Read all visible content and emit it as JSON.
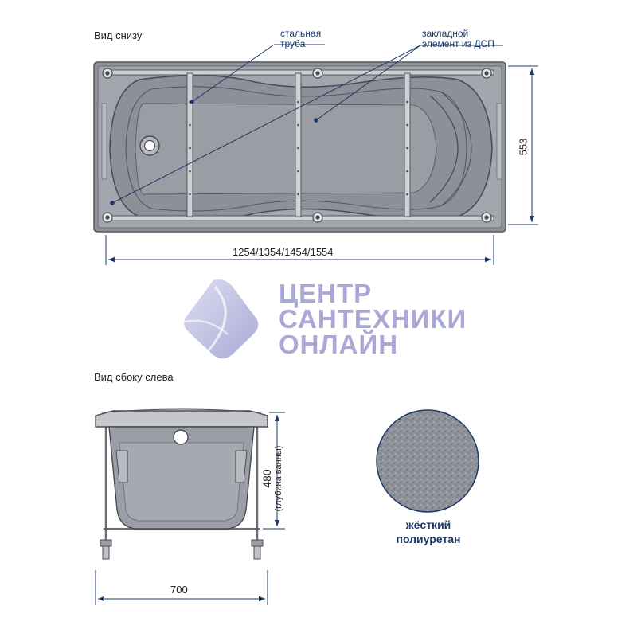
{
  "top_view": {
    "title": "Вид снизу",
    "callout_pipe": [
      "стальная",
      "труба"
    ],
    "callout_insert": [
      "закладной",
      "элемент из ДСП"
    ],
    "dim_length": "1254/1354/1454/1554",
    "dim_width": "553"
  },
  "watermark": {
    "lines": [
      "ЦЕНТР",
      "САНТЕХНИКИ",
      "ОНЛАЙН"
    ]
  },
  "side_view": {
    "title": "Вид сбоку слева",
    "dim_height": "480",
    "dim_height_note": "(глубина ванны)",
    "dim_width": "700"
  },
  "material": {
    "lines": [
      "жёсткий",
      "полиуретан"
    ]
  },
  "colors": {
    "ink": "#1b3a6b",
    "tub_fill": "#9b9ea6",
    "watermark": "#a9a8d6"
  }
}
